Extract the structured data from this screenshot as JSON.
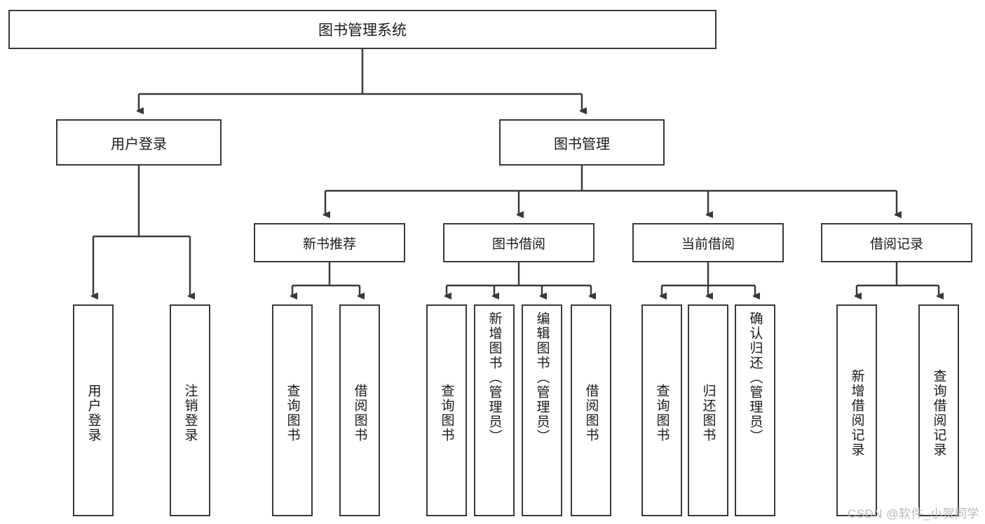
{
  "diagram": {
    "type": "tree",
    "title": "图书管理系统",
    "root": {
      "label": "图书管理系统"
    },
    "level1": [
      {
        "label": "用户登录"
      },
      {
        "label": "图书管理"
      }
    ],
    "level2": [
      {
        "label": "新书推荐"
      },
      {
        "label": "图书借阅"
      },
      {
        "label": "当前借阅"
      },
      {
        "label": "借阅记录"
      }
    ],
    "leaves": {
      "user_login": [
        {
          "label": "用户登录"
        },
        {
          "label": "注销登录"
        }
      ],
      "new_book_recommend": [
        {
          "label": "查询图书"
        },
        {
          "label": "借阅图书"
        }
      ],
      "book_borrow": [
        {
          "label": "查询图书"
        },
        {
          "label": "新增图书（管理员）"
        },
        {
          "label": "编辑图书（管理员）"
        },
        {
          "label": "借阅图书"
        }
      ],
      "current_borrow": [
        {
          "label": "查询图书"
        },
        {
          "label": "归还图书"
        },
        {
          "label": "确认归还（管理员）"
        }
      ],
      "borrow_record": [
        {
          "label": "新增借阅记录"
        },
        {
          "label": "查询借阅记录"
        }
      ]
    }
  },
  "watermark": {
    "text": "CSDN @软件_小贺同学"
  },
  "colors": {
    "background": "#ffffff",
    "border": "#3a3a3a",
    "text": "#1a1a1a",
    "connector": "#3a3a3a",
    "watermark": "#b9b9b9"
  }
}
